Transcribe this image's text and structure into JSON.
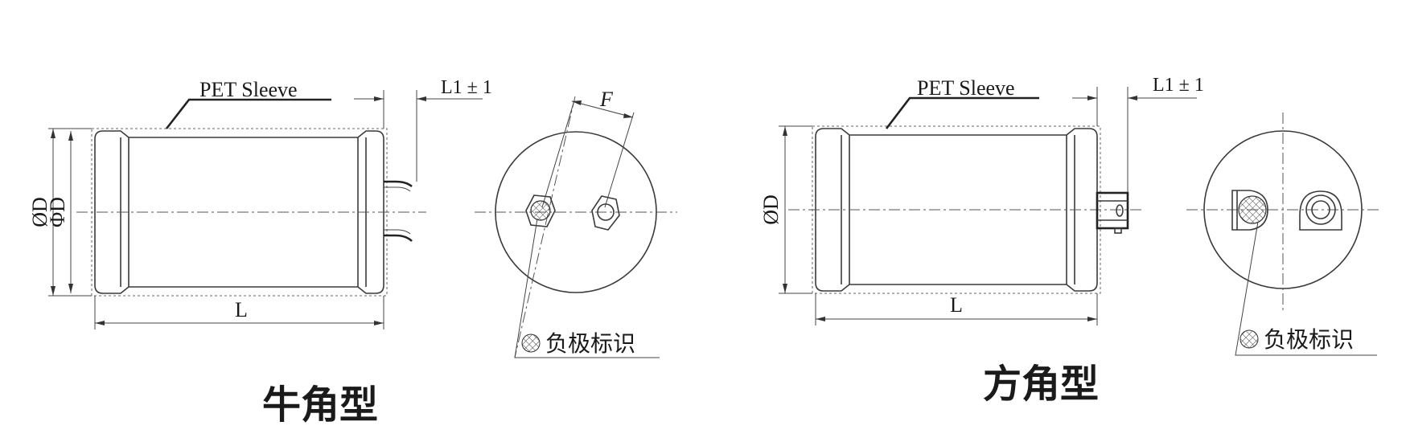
{
  "left_view": {
    "sleeve_label": "PET Sleeve",
    "lead_dim_label": "L1 ± 1",
    "diameter_label": "ØD",
    "diameter_label_alt": "ΦD",
    "length_label": "L",
    "pitch_label": "F",
    "polarity_label": "负极标识",
    "title": "牛角型"
  },
  "right_view": {
    "sleeve_label": "PET Sleeve",
    "lead_dim_label": "L1 ± 1",
    "diameter_label": "ØD",
    "length_label": "L",
    "polarity_label": "负极标识",
    "title": "方角型"
  }
}
